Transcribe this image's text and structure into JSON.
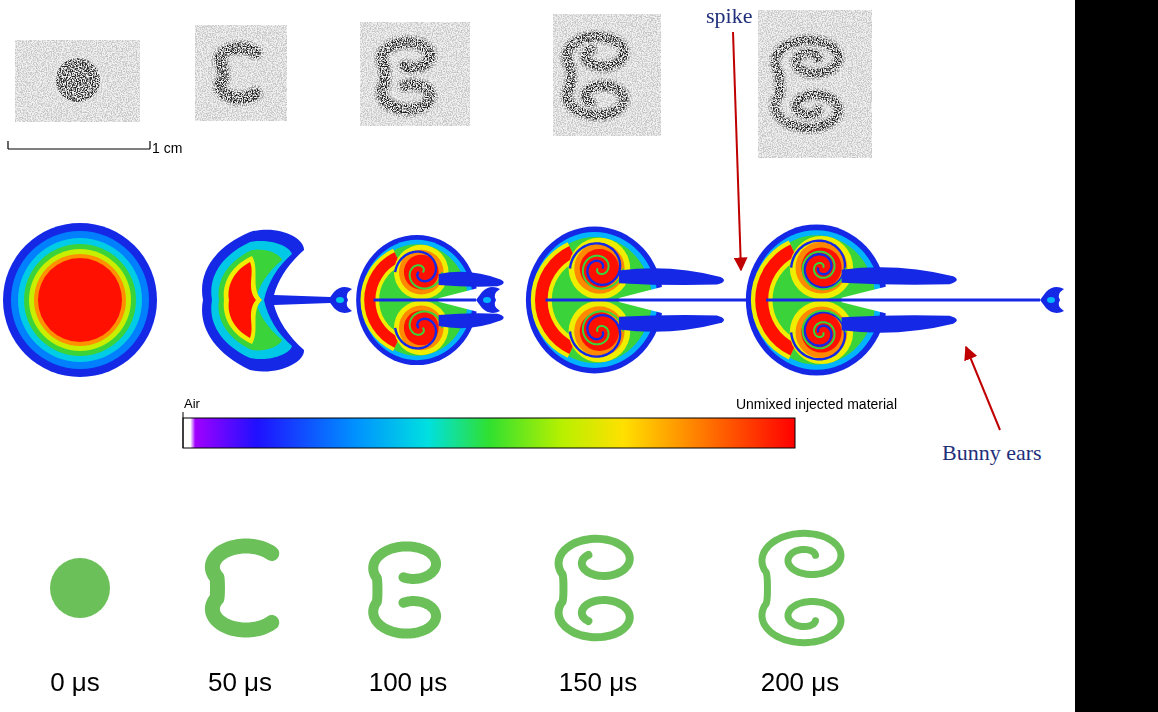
{
  "diagram": {
    "labels": [
      "1 cm",
      "spike",
      "Air",
      "Unmixed injected material",
      "Bunny ears",
      "0 μs",
      "50 μs",
      "100 μs",
      "150 μs",
      "200 μs"
    ]
  }
}
